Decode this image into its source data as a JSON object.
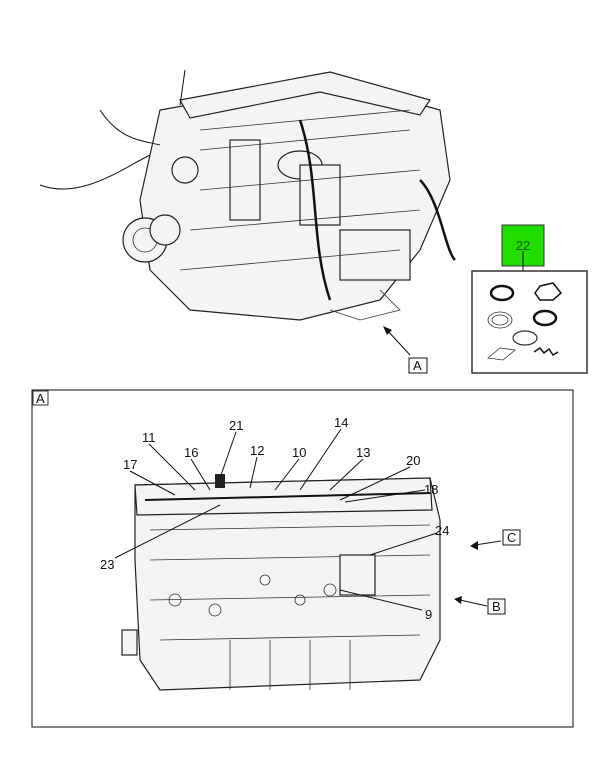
{
  "kit": {
    "number": "22",
    "highlight_color": "#22dd00"
  },
  "view_refs": {
    "top_view": "A",
    "detail_view": "A",
    "ref_c": "C",
    "ref_b": "B"
  },
  "callouts": {
    "c21": "21",
    "c14": "14",
    "c11": "11",
    "c16": "16",
    "c12": "12",
    "c10": "10",
    "c13": "13",
    "c20": "20",
    "c17": "17",
    "c18": "18",
    "c24": "24",
    "c23": "23",
    "c9": "9"
  }
}
